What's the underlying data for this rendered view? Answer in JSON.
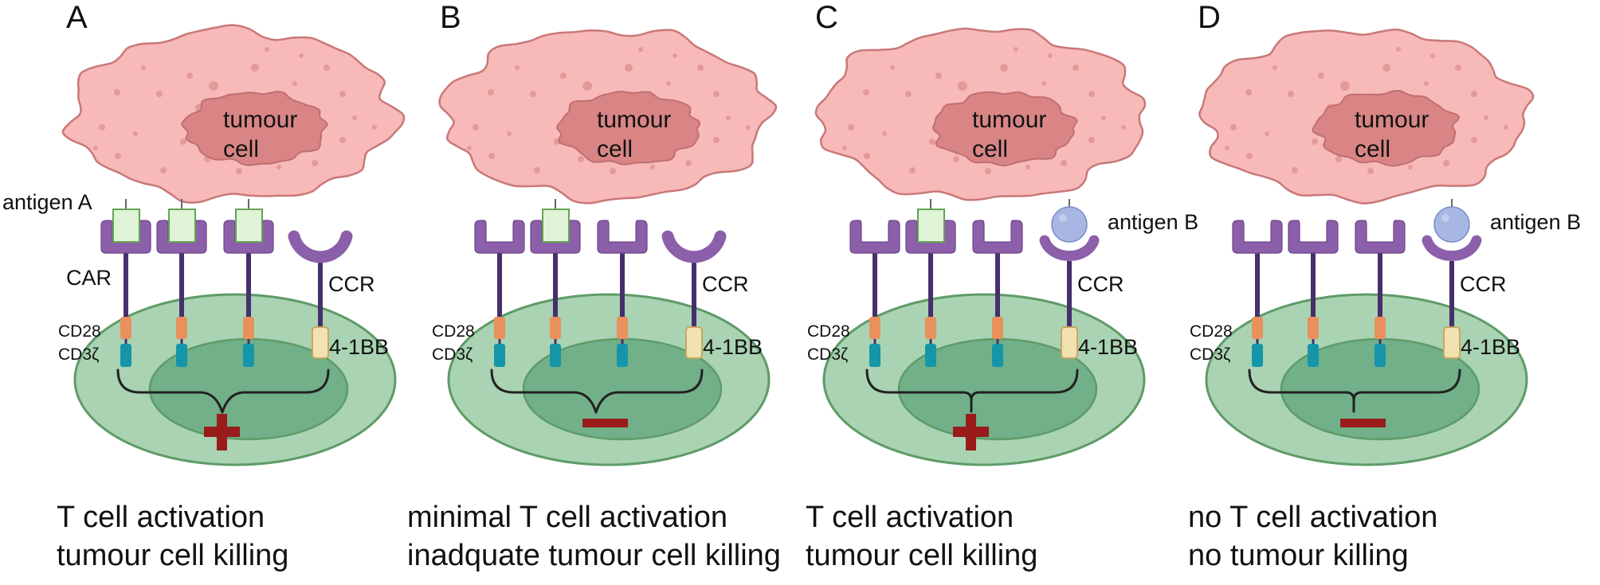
{
  "figure": {
    "colors": {
      "cytoplasm": "#f8b9b9",
      "cytoplasm_border": "#c97878",
      "cytoplasm_dots": "#e39a9a",
      "nucleus": "#d98585",
      "nucleus_border": "#c06f6f",
      "tcell_outer": "#a9d3b2",
      "tcell_inner": "#71b089",
      "tcell_border": "#5e9b67",
      "receptor": "#8b5fa9",
      "receptor_border": "#6c4589",
      "stem": "#45306c",
      "cd28": "#e8915c",
      "cd3z": "#1496a8",
      "bb41": "#f2e2b2",
      "bb41_border": "#c9a860",
      "antigen_a": "#dff3d7",
      "antigen_a_border": "#62a452",
      "antigen_b": "#a7b6e2",
      "antigen_b_border": "#7d8fc7",
      "signal": "#9a1b1b",
      "bracket": "#222222"
    },
    "panels": [
      {
        "id": "A",
        "label": "A",
        "nucleus_text": [
          "tumour",
          "cell"
        ],
        "car_antigen_bound": [
          true,
          true,
          true
        ],
        "ccr_antigen_bound": false,
        "outcome": "plus",
        "bracket_style": "v",
        "labels": {
          "antigen": "antigen A",
          "car": "CAR",
          "ccr": "CCR",
          "cd28": "CD28",
          "cd3z": "CD3ζ",
          "bb41": "4-1BB"
        },
        "caption": [
          "T cell activation",
          "tumour cell killing"
        ]
      },
      {
        "id": "B",
        "label": "B",
        "nucleus_text": [
          "tumour",
          "cell"
        ],
        "car_antigen_bound": [
          false,
          true,
          false
        ],
        "ccr_antigen_bound": false,
        "outcome": "minus",
        "bracket_style": "v",
        "labels": {
          "ccr": "CCR",
          "cd28": "CD28",
          "cd3z": "CD3ζ",
          "bb41": "4-1BB"
        },
        "caption": [
          "minimal T cell activation",
          "inadquate tumour cell killing"
        ]
      },
      {
        "id": "C",
        "label": "C",
        "nucleus_text": [
          "tumour",
          "cell"
        ],
        "car_antigen_bound": [
          false,
          true,
          false
        ],
        "ccr_antigen_bound": true,
        "outcome": "plus",
        "bracket_style": "stem",
        "labels": {
          "antigen": "antigen B",
          "ccr": "CCR",
          "cd28": "CD28",
          "cd3z": "CD3ζ",
          "bb41": "4-1BB"
        },
        "caption": [
          "T cell activation",
          "tumour cell killing"
        ]
      },
      {
        "id": "D",
        "label": "D",
        "nucleus_text": [
          "tumour",
          "cell"
        ],
        "car_antigen_bound": [
          false,
          false,
          false
        ],
        "ccr_antigen_bound": true,
        "outcome": "minus",
        "bracket_style": "stem",
        "labels": {
          "antigen": "antigen B",
          "ccr": "CCR",
          "cd28": "CD28",
          "cd3z": "CD3ζ",
          "bb41": "4-1BB"
        },
        "caption": [
          "no T cell activation",
          "no tumour killing"
        ]
      }
    ]
  }
}
